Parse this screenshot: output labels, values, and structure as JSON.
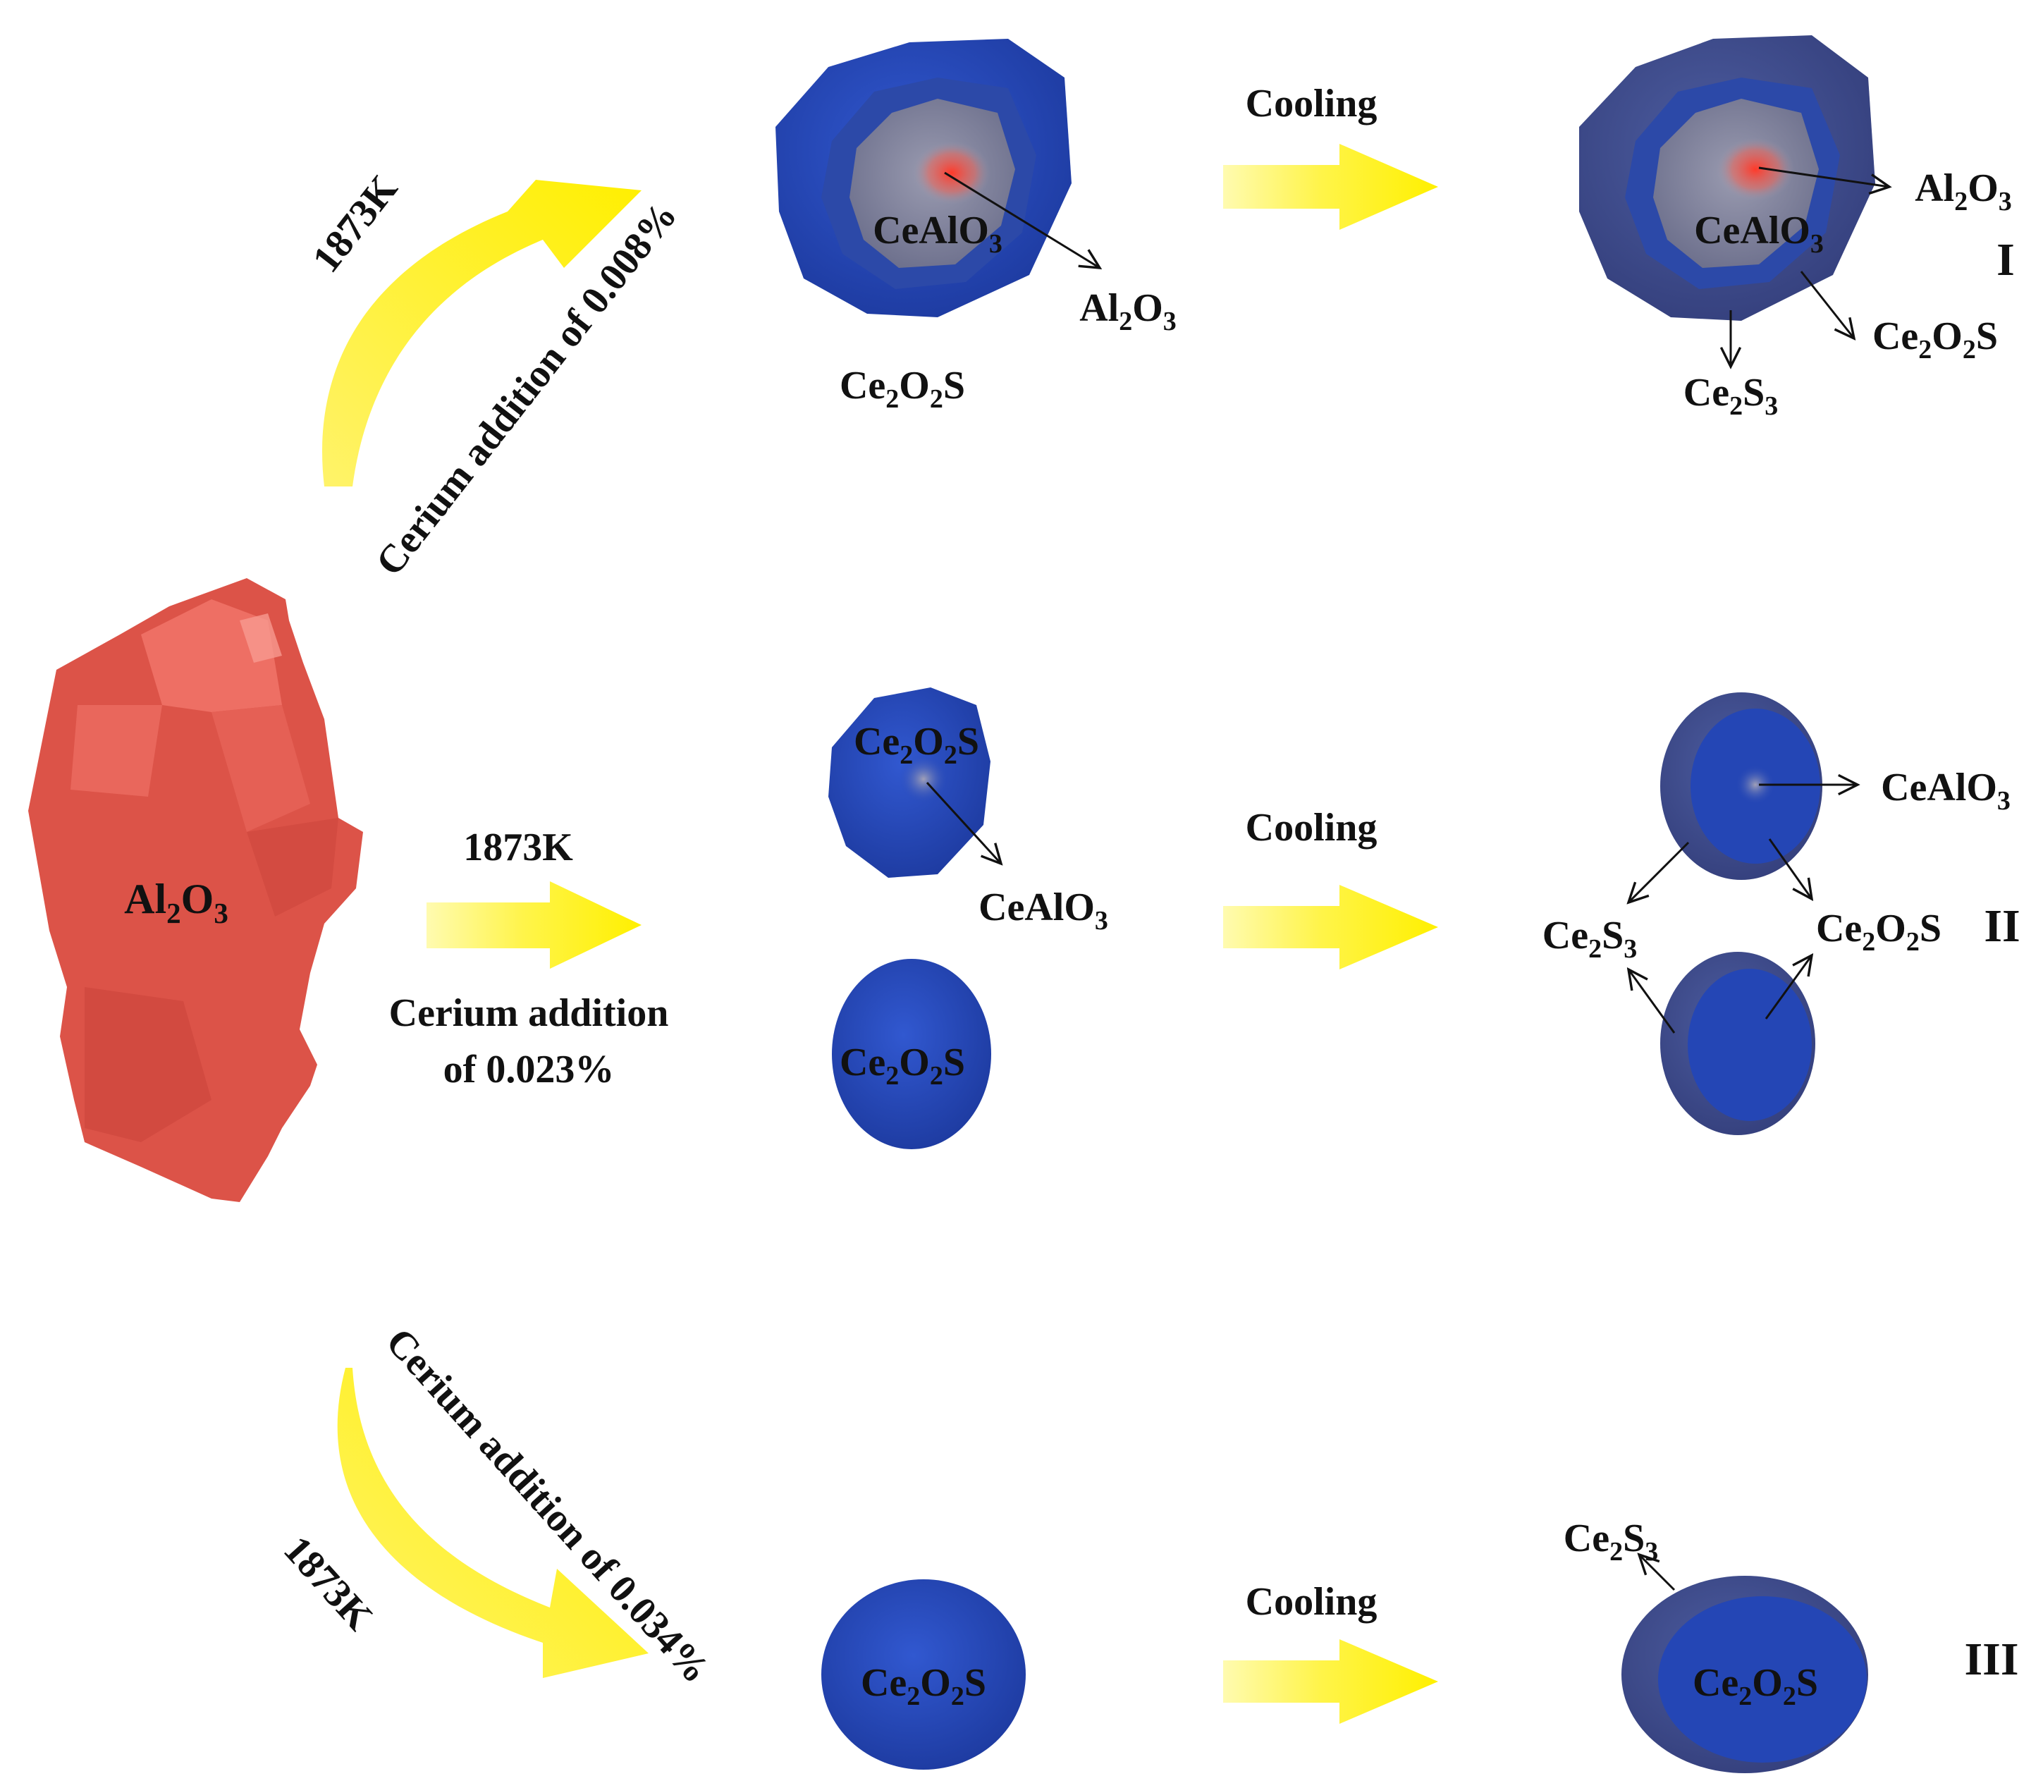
{
  "colors": {
    "alumina": "#e0574b",
    "alumina_light": "#f07a6d",
    "ce2o2s_bright": "#2446b5",
    "ce2o2s_dark": "#3a4a8c",
    "cealo3_core": "#7e7f95",
    "hot_spot": "#e74a3a",
    "arrow_yellow": "#fff21a"
  },
  "source": {
    "label": "Al2O3"
  },
  "routes": {
    "top": {
      "temperature": "1873K",
      "addition": "Cerium addition of 0.008%",
      "cooling": "Cooling",
      "roman": "I",
      "hot_labels": {
        "core": "CeAlO3",
        "inner": "Al2O3",
        "shell": "Ce2O2S"
      },
      "cooled_labels": {
        "inner": "Al2O3",
        "core": "CeAlO3",
        "shell_a": "Ce2O2S",
        "shell_b": "Ce2S3"
      }
    },
    "middle": {
      "temperature": "1873K",
      "addition_line1": "Cerium addition",
      "addition_line2": "of 0.023%",
      "cooling": "Cooling",
      "roman": "II",
      "hot_labels": {
        "upper": "Ce2O2S",
        "core": "CeAlO3",
        "lower": "Ce2O2S"
      },
      "cooled_labels": {
        "core": "CeAlO3",
        "left": "Ce2S3",
        "right": "Ce2O2S"
      }
    },
    "bottom": {
      "temperature": "1873K",
      "addition": "Cerium addition of 0.034%",
      "cooling": "Cooling",
      "roman": "III",
      "hot_labels": {
        "particle": "Ce2O2S"
      },
      "cooled_labels": {
        "particle": "Ce2O2S",
        "rim": "Ce2S3"
      }
    }
  }
}
